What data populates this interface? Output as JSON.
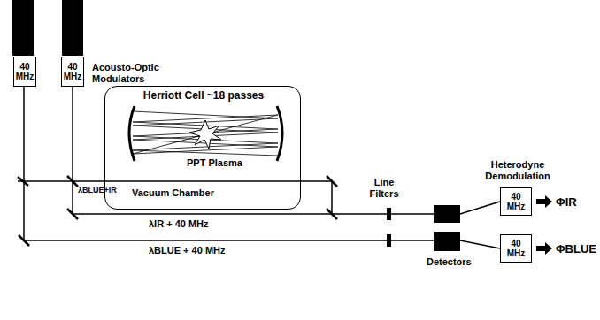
{
  "diagram": {
    "nodes": [
      {
        "text": [
          "40 MHz"
        ]
      },
      {
        "text": [
          "40 MHz"
        ]
      },
      {
        "text": [
          "Herriott Cell ~18 passes",
          "PPT Plasma",
          "Vacuum Chamber"
        ]
      },
      {
        "text": [
          "40 MHz"
        ]
      },
      {
        "text": [
          "40 MHz"
        ]
      }
    ],
    "labels": [
      "Acousto-Optic Modulators",
      "λBLUE+IR",
      "λIR + 40 MHz",
      "λBLUE + 40 MHz",
      "Line Filters",
      "Detectors",
      "Heterodyne Demodulation",
      "ΦIR",
      "ΦBLUE"
    ]
  }
}
